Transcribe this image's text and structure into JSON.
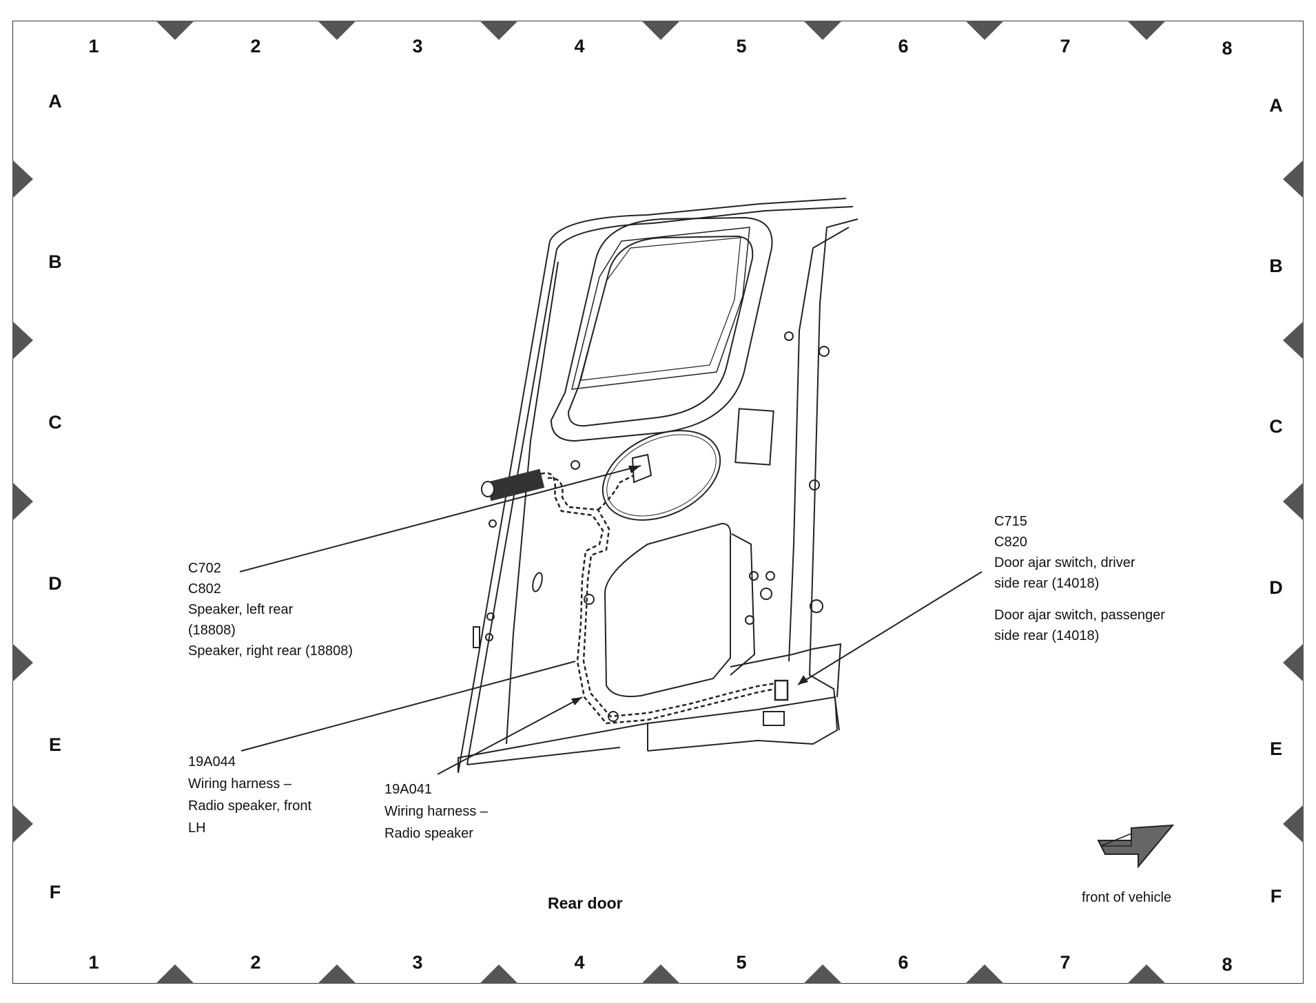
{
  "grid": {
    "columns": [
      "1",
      "2",
      "3",
      "4",
      "5",
      "6",
      "7",
      "8"
    ],
    "rows": [
      "A",
      "B",
      "C",
      "D",
      "E",
      "F"
    ]
  },
  "callouts": {
    "speaker": [
      "C702",
      "C802",
      "Speaker, left rear",
      "(18808)",
      "Speaker, right rear (18808)"
    ],
    "harness_front": [
      "19A044",
      "Wiring harness –",
      "Radio speaker, front",
      "LH"
    ],
    "harness_radio": [
      "19A041",
      "Wiring harness –",
      "Radio speaker"
    ],
    "door_ajar": [
      "C715",
      "C820",
      "Door ajar switch, driver",
      "side rear (14018)"
    ],
    "door_ajar_passenger": [
      "Door ajar switch, passenger",
      "side rear (14018)"
    ]
  },
  "caption": "Rear door",
  "front_indicator": {
    "label": "front of vehicle",
    "icon": "front-arrow-icon"
  },
  "colors": {
    "line": "#222222",
    "marker": "#555555"
  }
}
